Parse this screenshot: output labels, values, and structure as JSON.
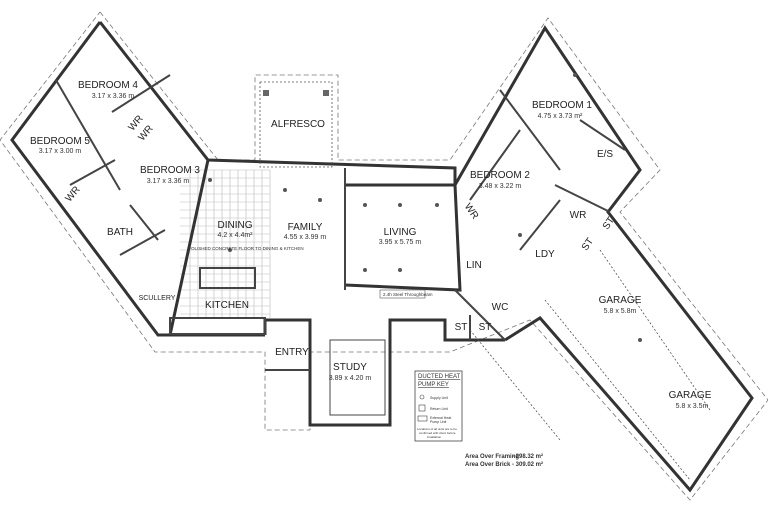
{
  "rooms": {
    "bedroom4": {
      "name": "BEDROOM 4",
      "dims": "3.17 x 3.36 m"
    },
    "bedroom5": {
      "name": "BEDROOM 5",
      "dims": "3.17 x 3.00 m"
    },
    "bedroom3": {
      "name": "BEDROOM 3",
      "dims": "3.17 x 3.36 m"
    },
    "bath": {
      "name": "BATH"
    },
    "scullery": {
      "name": "SCULLERY"
    },
    "kitchen": {
      "name": "KITCHEN"
    },
    "dining": {
      "name": "DINING",
      "dims": "4.2 x 4.4m²"
    },
    "family": {
      "name": "FAMILY",
      "dims": "4.55 x 3.99 m"
    },
    "alfresco": {
      "name": "ALFRESCO"
    },
    "living": {
      "name": "LIVING",
      "dims": "3.95 x 5.75 m"
    },
    "entry": {
      "name": "ENTRY"
    },
    "study": {
      "name": "STUDY",
      "dims": "3.89 x 4.20 m"
    },
    "bedroom1": {
      "name": "BEDROOM 1",
      "dims": "4.75 x 3.73 m²"
    },
    "ensuite": {
      "name": "E/S"
    },
    "bedroom2": {
      "name": "BEDROOM 2",
      "dims": "3.48 x 3.22 m"
    },
    "laundry": {
      "name": "LDY"
    },
    "linen": {
      "name": "LIN"
    },
    "wc": {
      "name": "WC"
    },
    "garage1": {
      "name": "GARAGE",
      "dims": "5.8 x 5.8m"
    },
    "garage2": {
      "name": "GARAGE",
      "dims": "5.8 x 3.5m"
    },
    "wr": "WR",
    "st": "ST"
  },
  "notes": {
    "floor": "POLISHED CONCRETE FLOOR TO DINING & KITCHEN",
    "beam": "2.4h Steel Throughbeam"
  },
  "key": {
    "title_line1": "DUCTED HEAT",
    "title_line2": "PUMP KEY",
    "supply": "Supply Unit",
    "return": "Return Unit",
    "external_line1": "External Heat",
    "external_line2": "Pump Unit",
    "note_line1": "Locations of all units are to be",
    "note_line2": "confirmed with client before",
    "note_line3": "installation"
  },
  "areas": {
    "framing_label": "Area Over Framing",
    "framing_value": "- 298.32 m²",
    "brick_label": "Area Over Brick",
    "brick_value": "- 309.02 m²"
  }
}
